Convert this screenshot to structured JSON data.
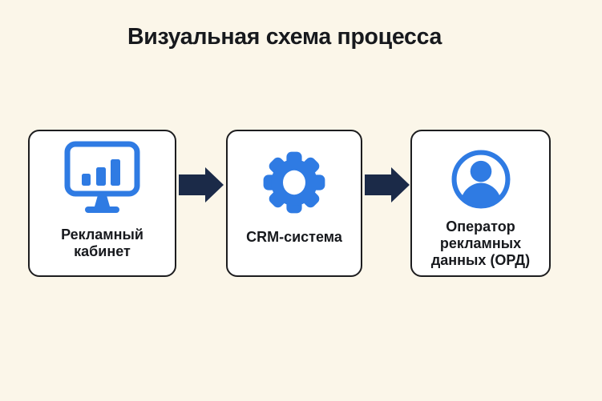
{
  "page": {
    "title": "Визуальная схема процесса"
  },
  "colors": {
    "background": "#FBF6E9",
    "accent_blue": "#2F7BE3",
    "arrow_navy": "#1B2A48",
    "box_border": "#1D1D1F",
    "box_fill": "#FFFFFF",
    "text": "#17191D"
  },
  "diagram": {
    "nodes": [
      {
        "label": "Рекламный кабинет",
        "icon": "monitor-chart-icon"
      },
      {
        "label": "CRM-система",
        "icon": "gear-icon"
      },
      {
        "label": "Оператор рекламных данных (ОРД)",
        "icon": "user-icon"
      }
    ],
    "connectors": [
      {
        "type": "arrow",
        "direction": "right",
        "from": "Рекламный кабинет",
        "to": "CRM-система"
      },
      {
        "type": "arrow",
        "direction": "right",
        "from": "CRM-система",
        "to": "Оператор рекламных данных (ОРД)"
      }
    ]
  }
}
